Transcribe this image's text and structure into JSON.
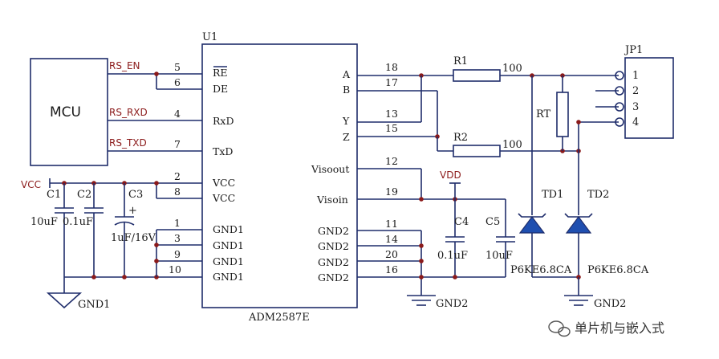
{
  "mcu": {
    "label": "MCU"
  },
  "nets": {
    "rs_en": "RS_EN",
    "rs_rxd": "RS_RXD",
    "rs_txd": "RS_TXD"
  },
  "u1": {
    "ref": "U1",
    "part": "ADM2587E",
    "left_pins": [
      {
        "num": "5",
        "name": "RE"
      },
      {
        "num": "6",
        "name": "DE"
      },
      {
        "num": "4",
        "name": "RxD"
      },
      {
        "num": "7",
        "name": "TxD"
      },
      {
        "num": "2",
        "name": "VCC"
      },
      {
        "num": "8",
        "name": "VCC"
      },
      {
        "num": "1",
        "name": "GND1"
      },
      {
        "num": "3",
        "name": "GND1"
      },
      {
        "num": "9",
        "name": "GND1"
      },
      {
        "num": "10",
        "name": "GND1"
      }
    ],
    "right_pins": [
      {
        "num": "18",
        "name": "A"
      },
      {
        "num": "17",
        "name": "B"
      },
      {
        "num": "13",
        "name": "Y"
      },
      {
        "num": "15",
        "name": "Z"
      },
      {
        "num": "12",
        "name": "Visoout"
      },
      {
        "num": "19",
        "name": "Visoin"
      },
      {
        "num": "11",
        "name": "GND2"
      },
      {
        "num": "14",
        "name": "GND2"
      },
      {
        "num": "20",
        "name": "GND2"
      },
      {
        "num": "16",
        "name": "GND2"
      }
    ]
  },
  "power": {
    "vcc": "VCC",
    "vdd": "VDD",
    "gnd1": "GND1",
    "gnd2_a": "GND2",
    "gnd2_b": "GND2"
  },
  "caps": {
    "c1": {
      "ref": "C1",
      "value": "10uF"
    },
    "c2": {
      "ref": "C2",
      "value": "0.1uF"
    },
    "c3": {
      "ref": "C3",
      "value": "1uF/16V",
      "plus": "+"
    },
    "c4": {
      "ref": "C4",
      "value": "0.1uF"
    },
    "c5": {
      "ref": "C5",
      "value": "10uF"
    }
  },
  "resistors": {
    "r1": {
      "ref": "R1",
      "value": "100"
    },
    "r2": {
      "ref": "R2",
      "value": "100"
    },
    "rt": {
      "ref": "RT"
    }
  },
  "diodes": {
    "td1": {
      "ref": "TD1",
      "part": "P6KE6.8CA"
    },
    "td2": {
      "ref": "TD2",
      "part": "P6KE6.8CA"
    }
  },
  "connector": {
    "ref": "JP1",
    "pins": [
      "1",
      "2",
      "3",
      "4"
    ]
  },
  "watermark": {
    "text": "单片机与嵌入式",
    "icon": "wechat-icon"
  },
  "colors": {
    "wire": "#1f2d6b",
    "junction": "#8b1a1a",
    "diode": "#1f4fb0"
  }
}
